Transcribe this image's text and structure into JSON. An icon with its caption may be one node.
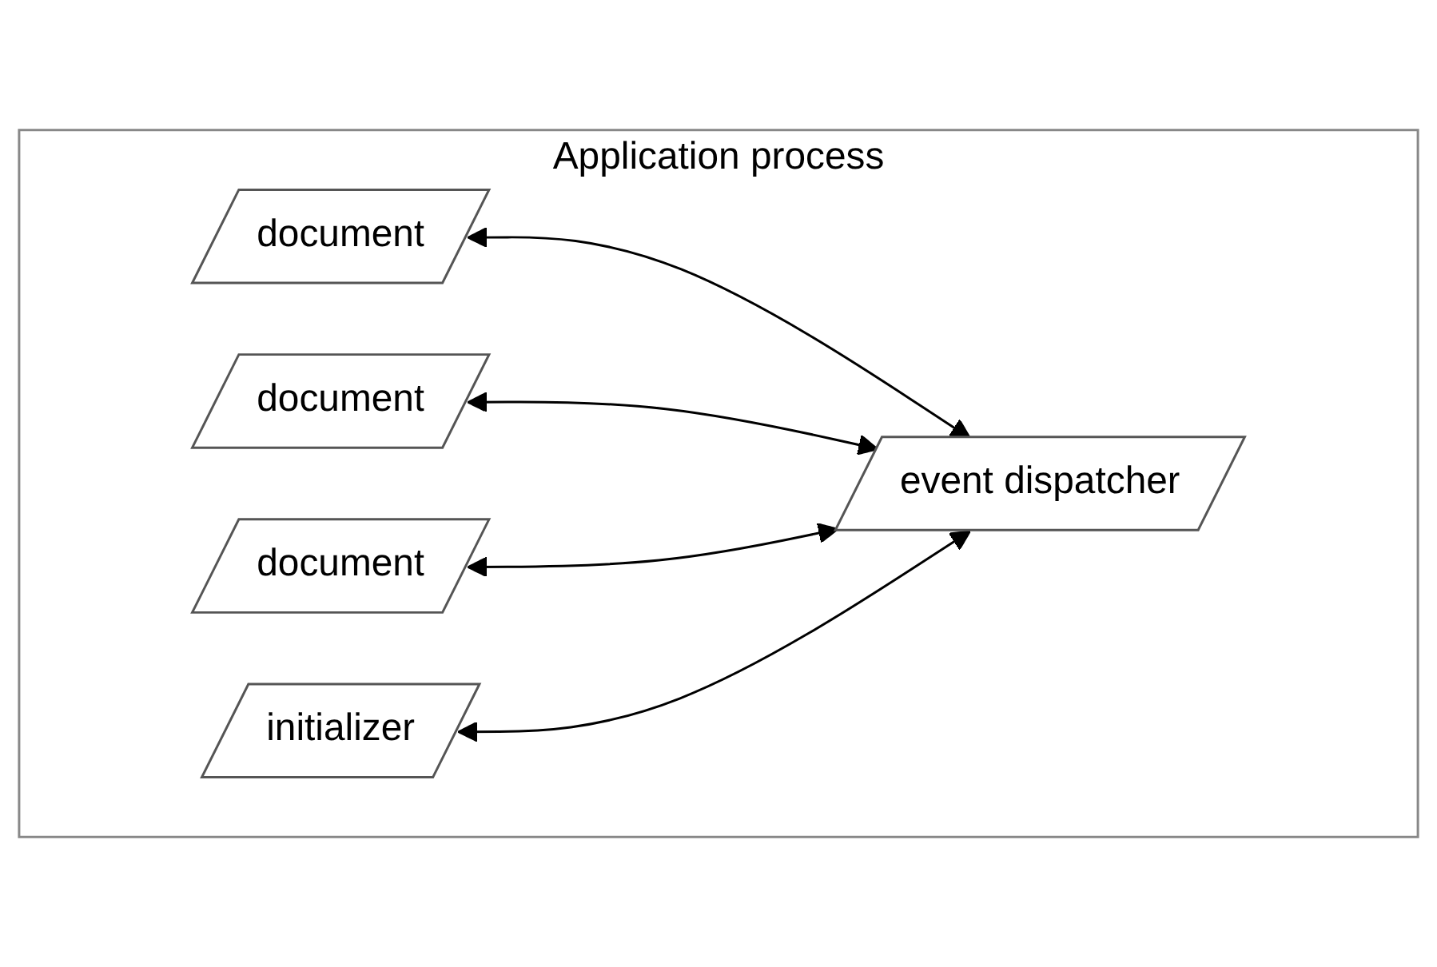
{
  "diagram": {
    "nodes": [
      {
        "text": [
          "Application process"
        ]
      },
      {
        "text": [
          "document"
        ],
        "in": 0
      },
      {
        "text": [
          "document"
        ],
        "in": 0
      },
      {
        "text": [
          "document"
        ],
        "in": 0
      },
      {
        "text": [
          "initializer"
        ],
        "in": 0
      },
      {
        "text": [
          "event dispatcher"
        ],
        "in": 0
      }
    ],
    "edges": [
      {
        "from": 1,
        "to": 5,
        "arrow": "both"
      },
      {
        "from": 2,
        "to": 5,
        "arrow": "both"
      },
      {
        "from": 3,
        "to": 5,
        "arrow": "both"
      },
      {
        "from": 4,
        "to": 5,
        "arrow": "both"
      }
    ]
  }
}
